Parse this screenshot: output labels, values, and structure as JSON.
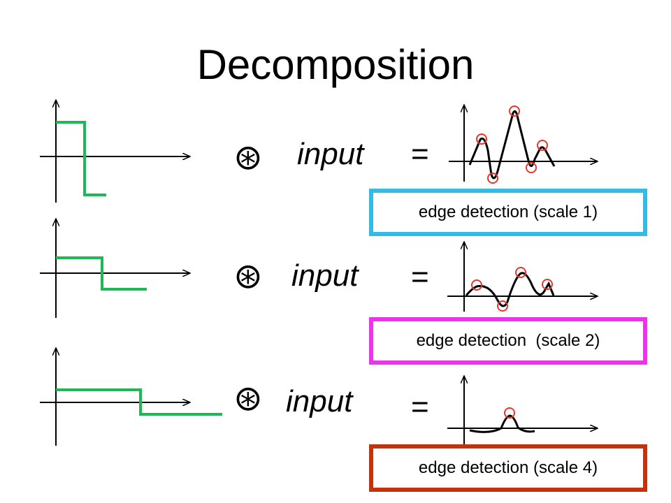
{
  "title": "Decomposition",
  "operator_symbol": "⊛",
  "rows": [
    {
      "input_label": "input",
      "equals": "=",
      "caption": "edge detection (scale 1)",
      "caption_color": "#33bbe8"
    },
    {
      "input_label": "input",
      "equals": "=",
      "caption": "edge detection  (scale 2)",
      "caption_color": "#ee33ee"
    },
    {
      "input_label": "input",
      "equals": "=",
      "caption": "edge detection (scale 4)",
      "caption_color": "#c4340c"
    }
  ],
  "colors": {
    "filter": "#1db954",
    "marker": "#e8362a",
    "axis": "#000000"
  }
}
